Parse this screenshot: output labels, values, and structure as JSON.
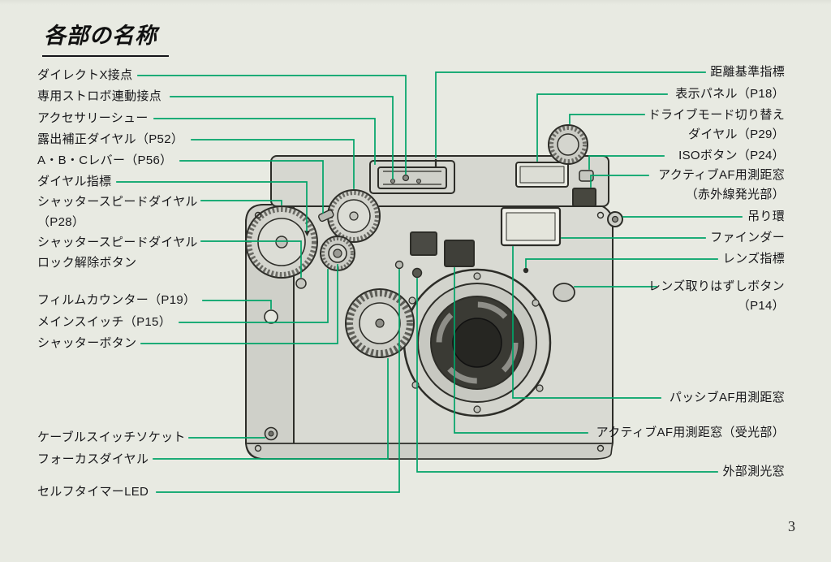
{
  "page": {
    "title": "各部の名称",
    "page_number": "3"
  },
  "colors": {
    "background": "#e8eae2",
    "leader_line": "#00a468",
    "text": "#17171a"
  },
  "illustration": "camera-body-line-drawing",
  "labels": {
    "left": [
      {
        "text": "ダイレクトX接点"
      },
      {
        "text": "専用ストロボ連動接点"
      },
      {
        "text": "アクセサリーシュー"
      },
      {
        "text": "露出補正ダイヤル（P52）"
      },
      {
        "text": "A・B・Cレバー（P56）"
      },
      {
        "text": "ダイヤル指標"
      },
      {
        "text": "シャッタースピードダイヤル"
      },
      {
        "text": "（P28）"
      },
      {
        "text": "シャッタースピードダイヤル"
      },
      {
        "text": "ロック解除ボタン"
      },
      {
        "text": "フィルムカウンター（P19）"
      },
      {
        "text": "メインスイッチ（P15）"
      },
      {
        "text": "シャッターボタン"
      },
      {
        "text": "ケーブルスイッチソケット"
      },
      {
        "text": "フォーカスダイヤル"
      },
      {
        "text": "セルフタイマーLED"
      }
    ],
    "right": [
      {
        "text": "距離基準指標"
      },
      {
        "text": "表示パネル（P18）"
      },
      {
        "text": "ドライブモード切り替え"
      },
      {
        "text": "ダイヤル（P29）"
      },
      {
        "text": "ISOボタン（P24）"
      },
      {
        "text": "アクティブAF用測距窓"
      },
      {
        "text": "（赤外線発光部）"
      },
      {
        "text": "吊り環"
      },
      {
        "text": "ファインダー"
      },
      {
        "text": "レンズ指標"
      },
      {
        "text": "レンズ取りはずしボタン"
      },
      {
        "text": "（P14）"
      },
      {
        "text": "パッシブAF用測距窓"
      },
      {
        "text": "アクティブAF用測距窓（受光部）"
      },
      {
        "text": "外部測光窓"
      }
    ]
  }
}
